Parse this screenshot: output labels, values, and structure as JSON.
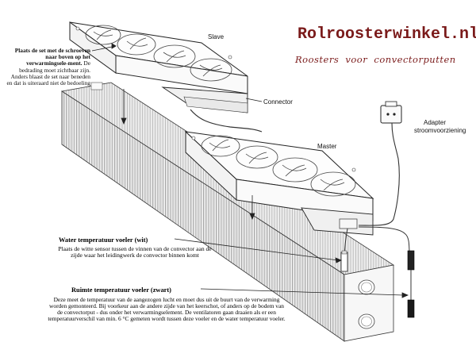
{
  "brand": {
    "name": "Rolroosterwinkel.nl",
    "tagline": "Roosters voor convectorputten"
  },
  "labels": {
    "slave": "Slave",
    "connector": "Connector",
    "master": "Master",
    "adapter_title": "Adapter",
    "adapter_sub": "stroomvoorziening"
  },
  "left_note": {
    "bold": "Plaats de set met de schroeven naar boven op het verwarmingsele-ment.",
    "normal": " De bedrading moet zichtbaar zijn. Anders blaast de set naar beneden en dat is uiteraard niet de bedoeling"
  },
  "water_sensor": {
    "title": "Water temperatuur voeler (wit)",
    "body": "Plaats de witte sensor tussen de vinnen van de convector aan de zijde waar het leidingwerk de convector binnen komt"
  },
  "room_sensor": {
    "title": "Ruimte temperatuur voeler (zwart)",
    "body": "Deze meet de temperatuur van de aangezogen lucht en moet dus uit de buurt van de verwarming worden gemonteerd. Bij voorkeur aan de andere zijde van het keerschot, of anders op de bodem van de convectorput - dus onder het verwarmingselement. De ventilatoren gaan draaien als er een temperatuurverschil van min. 6 °C gemeten wordt tussen deze voeler en de water temperatuur voeler."
  },
  "colors": {
    "brand": "#7a1a1a",
    "line": "#222222",
    "fin": "#cfcfcf",
    "fin_dark": "#9a9a9a"
  }
}
